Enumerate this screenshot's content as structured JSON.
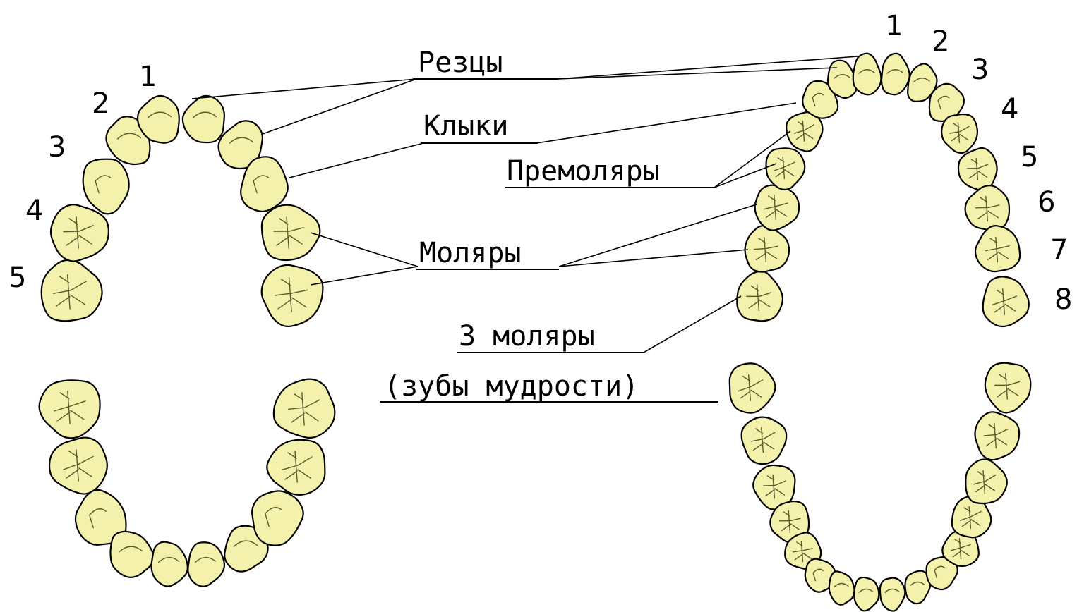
{
  "labels": {
    "incisors": "Резцы",
    "canines": "Клыки",
    "premolars": "Премоляры",
    "molars": "Моляры",
    "third_molars": "3 моляры",
    "wisdom_teeth": "(зубы мудрости)"
  },
  "milk_teeth_numbers": [
    "1",
    "2",
    "3",
    "4",
    "5"
  ],
  "permanent_teeth_numbers": [
    "1",
    "2",
    "3",
    "4",
    "5",
    "6",
    "7",
    "8"
  ],
  "colors": {
    "tooth_fill": "#f4f1ad",
    "outline": "#000000",
    "fissure": "#5c5a2a"
  }
}
